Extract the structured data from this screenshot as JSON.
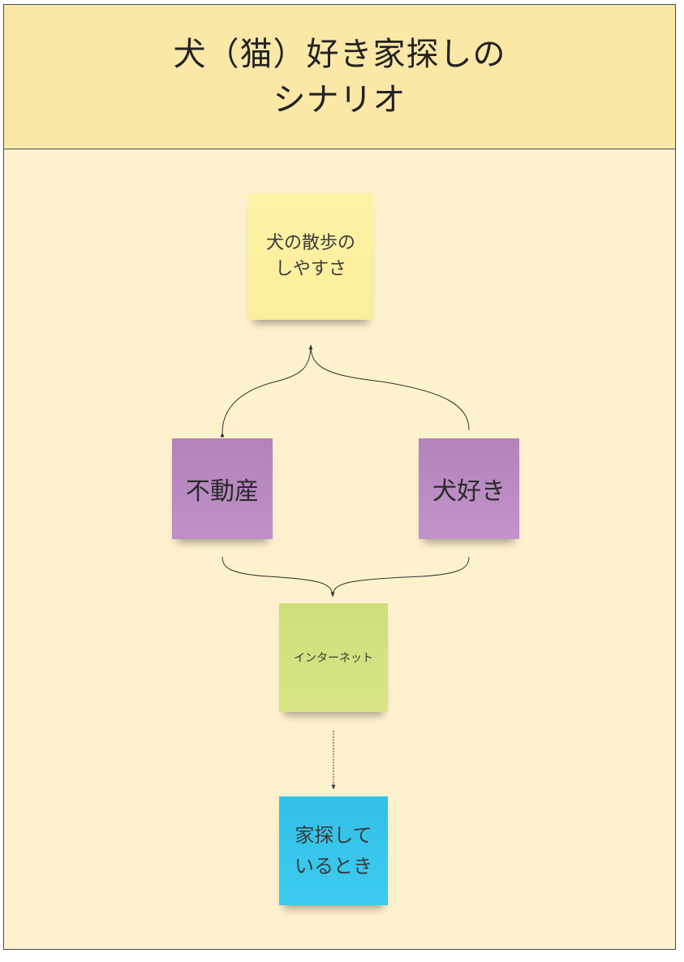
{
  "title": {
    "line1": "犬（猫）好き家探しの",
    "line2": "シナリオ"
  },
  "notes": {
    "walk": {
      "line1": "犬の散歩の",
      "line2": "しやすさ",
      "color": "#fdf3a6"
    },
    "realestate": {
      "label": "不動産",
      "color": "#b183ba"
    },
    "doglover": {
      "label": "犬好き",
      "color": "#b183ba"
    },
    "internet": {
      "label": "インターネット",
      "color": "#cede7a"
    },
    "house": {
      "line1": "家探して",
      "line2": "いるとき",
      "color": "#33c0e8"
    }
  },
  "colors": {
    "header_bg": "#fbe8a6",
    "canvas_bg": "#fdf2cd",
    "border": "#4a4a4a",
    "connector": "#333333"
  }
}
